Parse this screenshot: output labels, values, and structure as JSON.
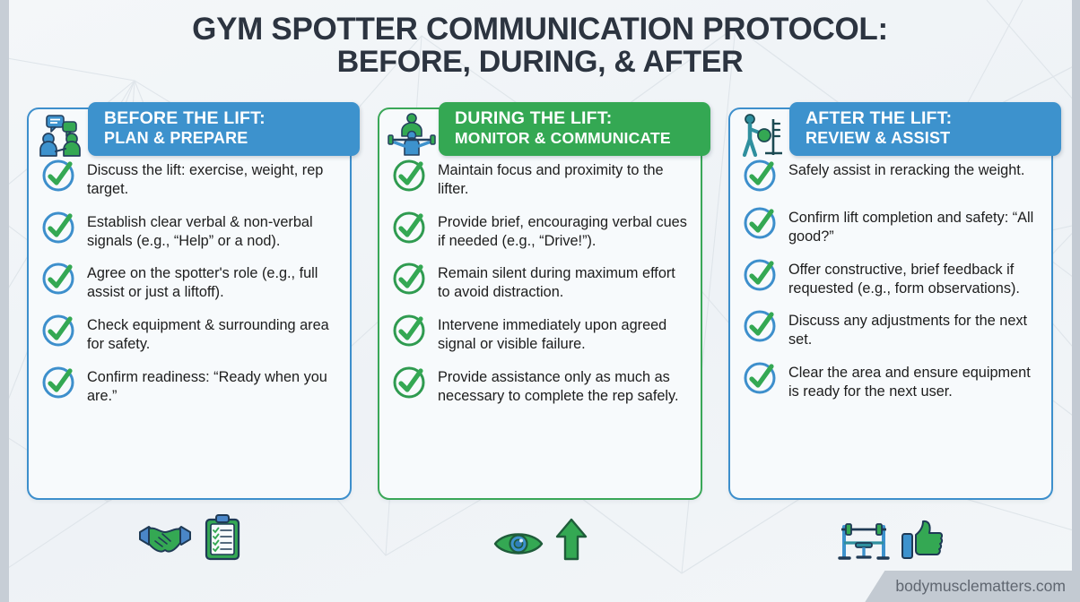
{
  "title": {
    "line1": "GYM SPOTTER COMMUNICATION PROTOCOL:",
    "line2": "BEFORE, DURING, & AFTER"
  },
  "colors": {
    "blue": "#3d92cd",
    "green": "#34a853",
    "background": "#f2f5f8",
    "card_bg": "#f7fafc",
    "title_text": "#2c3440",
    "watermark_bg": "#c3cad2"
  },
  "columns": [
    {
      "accent": "blue",
      "header_icon": "two-people-talking-icon",
      "header_line1": "BEFORE THE LIFT:",
      "header_line2": "PLAN & PREPARE",
      "check_style": "blue-circle-green-check",
      "items": [
        "Discuss the lift: exercise, weight, rep target.",
        "Establish clear verbal & non-verbal signals (e.g., “Help” or a nod).",
        "Agree on the spotter's role (e.g., full assist or just a liftoff).",
        "Check equipment & surrounding area for safety.",
        "Confirm readiness: “Ready when you are.”"
      ],
      "footer_icons": [
        "handshake-icon",
        "clipboard-checklist-icon"
      ]
    },
    {
      "accent": "green",
      "header_icon": "bench-press-spotter-icon",
      "header_line1": "DURING THE LIFT:",
      "header_line2": "MONITOR & COMMUNICATE",
      "check_style": "green-circle-green-check",
      "items": [
        "Maintain focus and proximity to the lifter.",
        "Provide brief, encouraging verbal cues if needed (e.g., “Drive!”).",
        "Remain silent during maximum effort to avoid distraction.",
        "Intervene immediately upon agreed signal or visible failure.",
        "Provide assistance only as much as necessary to complete the rep safely."
      ],
      "footer_icons": [
        "eye-icon",
        "up-arrow-icon"
      ]
    },
    {
      "accent": "blue",
      "header_icon": "person-racking-weight-icon",
      "header_line1": "AFTER THE LIFT:",
      "header_line2": "REVIEW & ASSIST",
      "check_style": "blue-circle-green-check",
      "items": [
        "Safely assist in reracking the weight.",
        "Confirm lift completion and safety: “All good?”",
        "Offer constructive, brief feedback if requested (e.g., form observations).",
        "Discuss any adjustments for the next set.",
        "Clear the area and ensure equipment is ready for the next user."
      ],
      "footer_icons": [
        "squat-rack-icon",
        "thumbs-up-icon"
      ]
    }
  ],
  "watermark": "bodymusclematters.com"
}
